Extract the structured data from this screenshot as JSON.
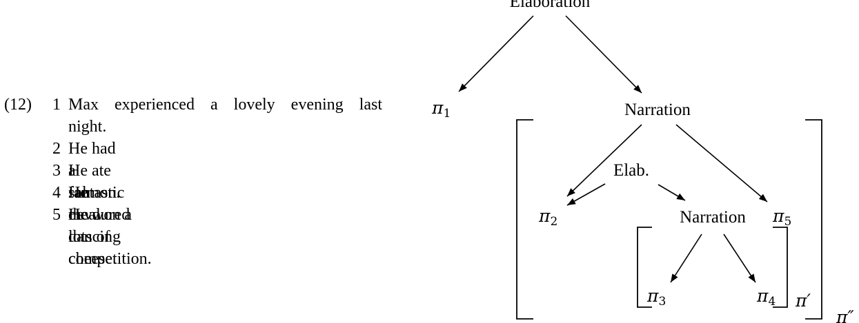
{
  "example": {
    "number": "(12)",
    "items": [
      {
        "n": "1",
        "lines": [
          "Max experienced a lovely evening last",
          "night."
        ]
      },
      {
        "n": "2",
        "lines": [
          "He had a fantastic meal."
        ]
      },
      {
        "n": "3",
        "lines": [
          "He ate salmon."
        ]
      },
      {
        "n": "4",
        "lines": [
          "He devoured lots of cheese."
        ]
      },
      {
        "n": "5",
        "lines": [
          "He won a dancing competition."
        ]
      }
    ]
  },
  "tree": {
    "root": "Elaboration",
    "narration_top": "Narration",
    "elab": "Elab.",
    "narration_inner": "Narration",
    "pi_symbol": "π",
    "pi1": "1",
    "pi2": "2",
    "pi3": "3",
    "pi4": "4",
    "pi5": "5",
    "pi_prime": "π′",
    "pi_double_prime": "π″"
  }
}
